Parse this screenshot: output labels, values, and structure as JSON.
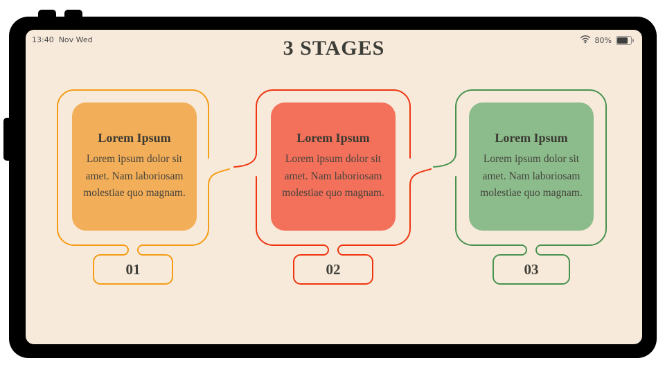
{
  "device": {
    "status_bar": {
      "time": "13:40",
      "date": "Nov Wed",
      "battery_percent": "80%"
    }
  },
  "slide": {
    "title": "3 STAGES",
    "stages": [
      {
        "number": "01",
        "heading": "Lorem Ipsum",
        "body": "Lorem ipsum dolor sit amet. Nam laboriosam molestiae quo magnam.",
        "fill": "#F3AE59",
        "stroke": "#F59C16"
      },
      {
        "number": "02",
        "heading": "Lorem Ipsum",
        "body": "Lorem ipsum dolor sit amet. Nam laboriosam molestiae quo magnam.",
        "fill": "#F3705B",
        "stroke": "#EF3510"
      },
      {
        "number": "03",
        "heading": "Lorem Ipsum",
        "body": "Lorem ipsum dolor sit amet. Nam laboriosam molestiae quo magnam.",
        "fill": "#8CBC8C",
        "stroke": "#46934F"
      }
    ]
  },
  "colors": {
    "screen_bg": "#F8EADA",
    "frame": "#000000",
    "title_text": "#3D3D38"
  }
}
